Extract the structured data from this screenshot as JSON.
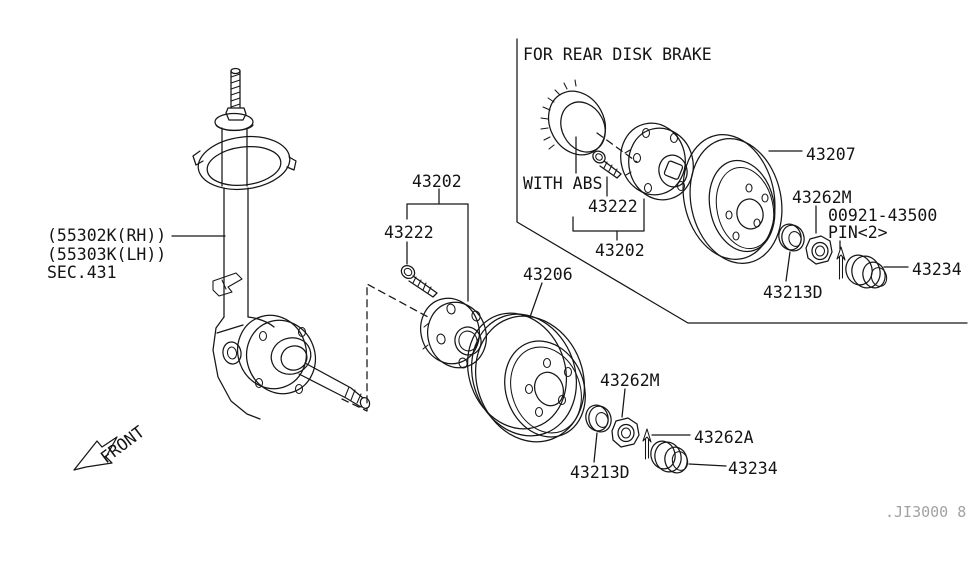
{
  "colors": {
    "background": "#ffffff",
    "line": "#161616",
    "muted_text": "#a2a2a2"
  },
  "strut": {
    "part_rh": "(55302K(RH))",
    "part_lh": "(55303K(LH))",
    "section_ref": "SEC.431"
  },
  "drum_group": {
    "hub": "43202",
    "hub_bolt": "43222",
    "drum": "43206",
    "washer": "43213D",
    "lock_nut": "43262M",
    "pin": "43262A",
    "grease_cap": "43234"
  },
  "disk_group": {
    "title": "FOR REAR DISK BRAKE",
    "abs_note": "WITH ABS",
    "hub": "43202",
    "hub_bolt": "43222",
    "rotor": "43207",
    "lock_nut": "43262M",
    "pin_part_no": "00921-43500",
    "pin_qty": "PIN<2>",
    "washer": "43213D",
    "grease_cap": "43234"
  },
  "orientation": {
    "front_label": "FRONT"
  },
  "drawing_code": ".JI3000 8"
}
